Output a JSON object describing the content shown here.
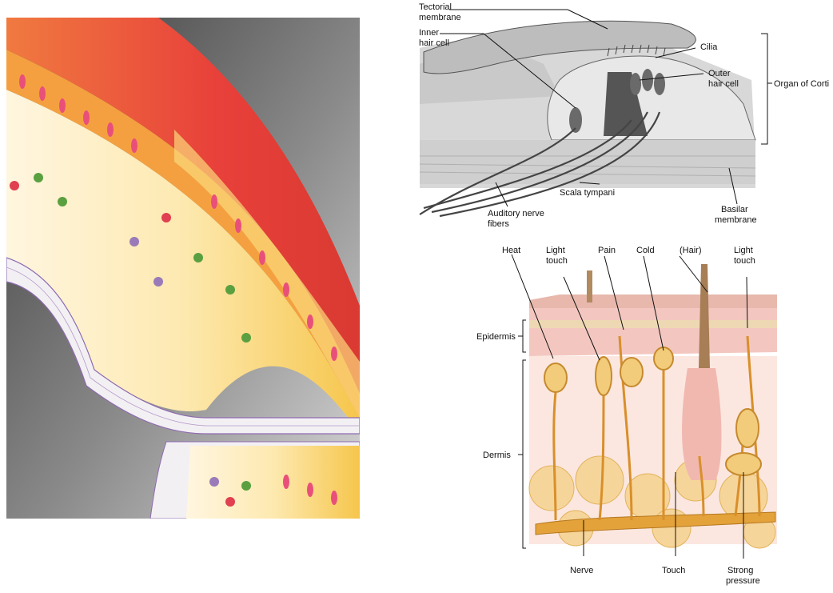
{
  "corti": {
    "tectorial_membrane": [
      "Tectorial",
      "membrane"
    ],
    "inner_hair_cell": [
      "Inner",
      "hair cell"
    ],
    "cilia": "Cilia",
    "outer_hair_cell": [
      "Outer",
      "hair cell"
    ],
    "organ_of_corti": "Organ of Corti",
    "scala_tympani": "Scala tympani",
    "auditory_nerve_fibers": [
      "Auditory nerve",
      "fibers"
    ],
    "basilar_membrane": [
      "Basilar",
      "membrane"
    ]
  },
  "skin": {
    "heat": "Heat",
    "light_touch_1": [
      "Light",
      "touch"
    ],
    "pain": "Pain",
    "cold": "Cold",
    "hair": "(Hair)",
    "light_touch_2": [
      "Light",
      "touch"
    ],
    "epidermis": "Epidermis",
    "dermis": "Dermis",
    "nerve": "Nerve",
    "touch": "Touch",
    "strong_pressure": [
      "Strong",
      "pressure"
    ]
  }
}
